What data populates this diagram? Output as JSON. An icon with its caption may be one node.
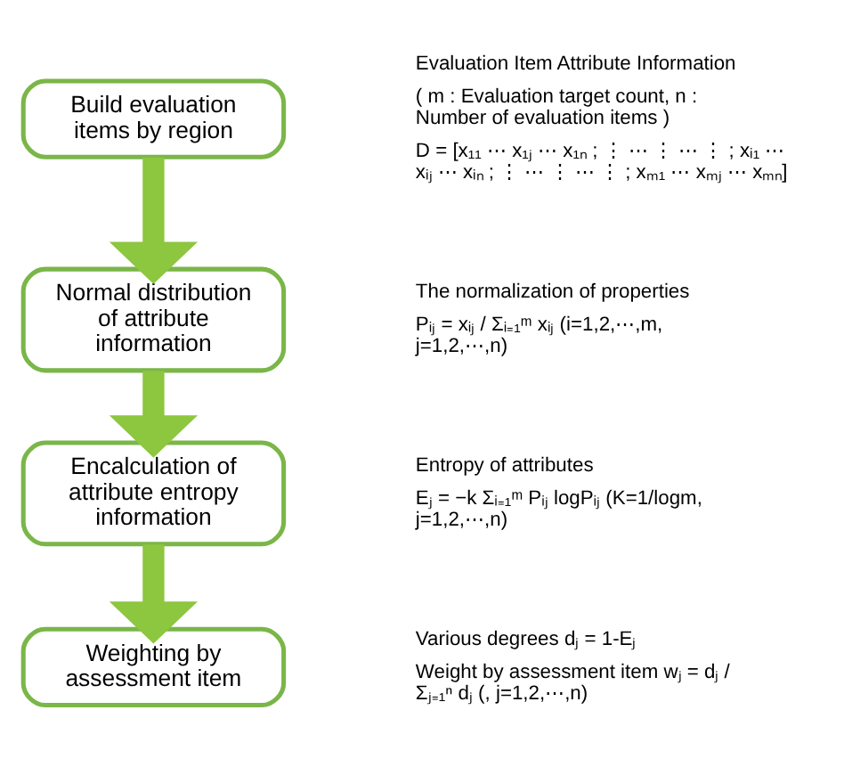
{
  "diagram": {
    "nodes": [
      {
        "text": [
          "Build evaluation items by region"
        ],
        "beside": [
          "Evaluation Item Attribute Information",
          "( m : Evaluation target count, n : Number of evaluation items )",
          "D = [x₁₁ ⋯ x₁ⱼ ⋯ x₁ₙ ; ⋮ ⋯ ⋮ ⋯ ⋮ ; xᵢ₁ ⋯ xᵢⱼ ⋯ xᵢₙ ; ⋮ ⋯ ⋮ ⋯ ⋮ ; xₘ₁ ⋯ xₘⱼ ⋯ xₘₙ]"
        ]
      },
      {
        "text": [
          "Normal distribution of attribute information"
        ],
        "beside": [
          "The normalization of properties",
          "Pᵢⱼ = xᵢⱼ / Σᵢ₌₁ᵐ xᵢⱼ (i=1,2,⋯,m, j=1,2,⋯,n)"
        ]
      },
      {
        "text": [
          "Encalculation of attribute entropy information"
        ],
        "beside": [
          "Entropy of attributes",
          "Eⱼ = −k Σᵢ₌₁ᵐ Pᵢⱼ logPᵢⱼ (K=1/logm, j=1,2,⋯,n)"
        ]
      },
      {
        "text": [
          "Weighting by assessment item"
        ],
        "beside": [
          "Various degrees dⱼ = 1-Eⱼ",
          "Weight by assessment item wⱼ = dⱼ / Σⱼ₌₁ⁿ dⱼ (, j=1,2,⋯,n)"
        ]
      }
    ],
    "edges": [
      {
        "from": 0,
        "to": 1,
        "arrow": "to"
      },
      {
        "from": 1,
        "to": 2,
        "arrow": "to"
      },
      {
        "from": 2,
        "to": 3,
        "arrow": "to"
      }
    ]
  }
}
